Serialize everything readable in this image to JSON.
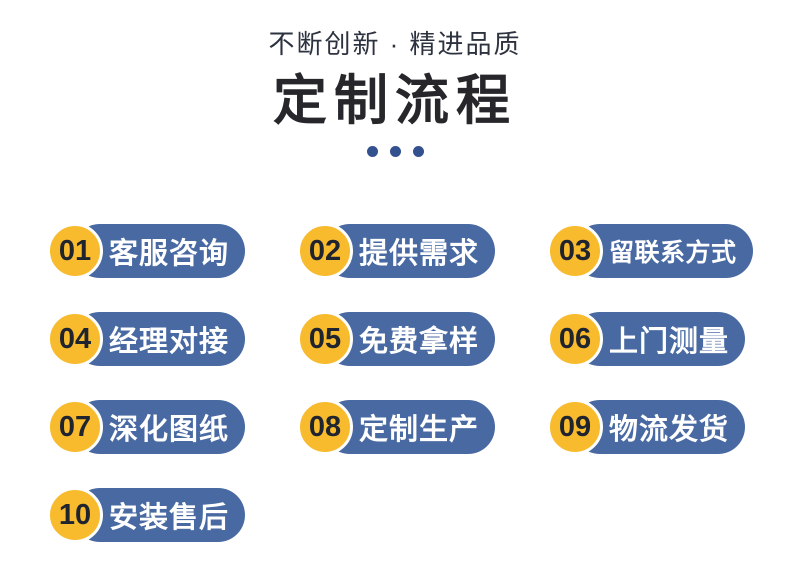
{
  "header": {
    "subtitle": "不断创新 · 精进品质",
    "title": "定制流程"
  },
  "colors": {
    "yellow": "#F8BB2D",
    "blue": "#4869A2",
    "dots": "#33518F",
    "title": "#26262B",
    "subtitle": "#2D323F",
    "number": "#20242E"
  },
  "steps": [
    {
      "num": "01",
      "label": "客服咨询"
    },
    {
      "num": "02",
      "label": "提供需求"
    },
    {
      "num": "03",
      "label": "留联系方式"
    },
    {
      "num": "04",
      "label": "经理对接"
    },
    {
      "num": "05",
      "label": "免费拿样"
    },
    {
      "num": "06",
      "label": "上门测量"
    },
    {
      "num": "07",
      "label": "深化图纸"
    },
    {
      "num": "08",
      "label": "定制生产"
    },
    {
      "num": "09",
      "label": "物流发货"
    },
    {
      "num": "10",
      "label": "安装售后"
    }
  ]
}
